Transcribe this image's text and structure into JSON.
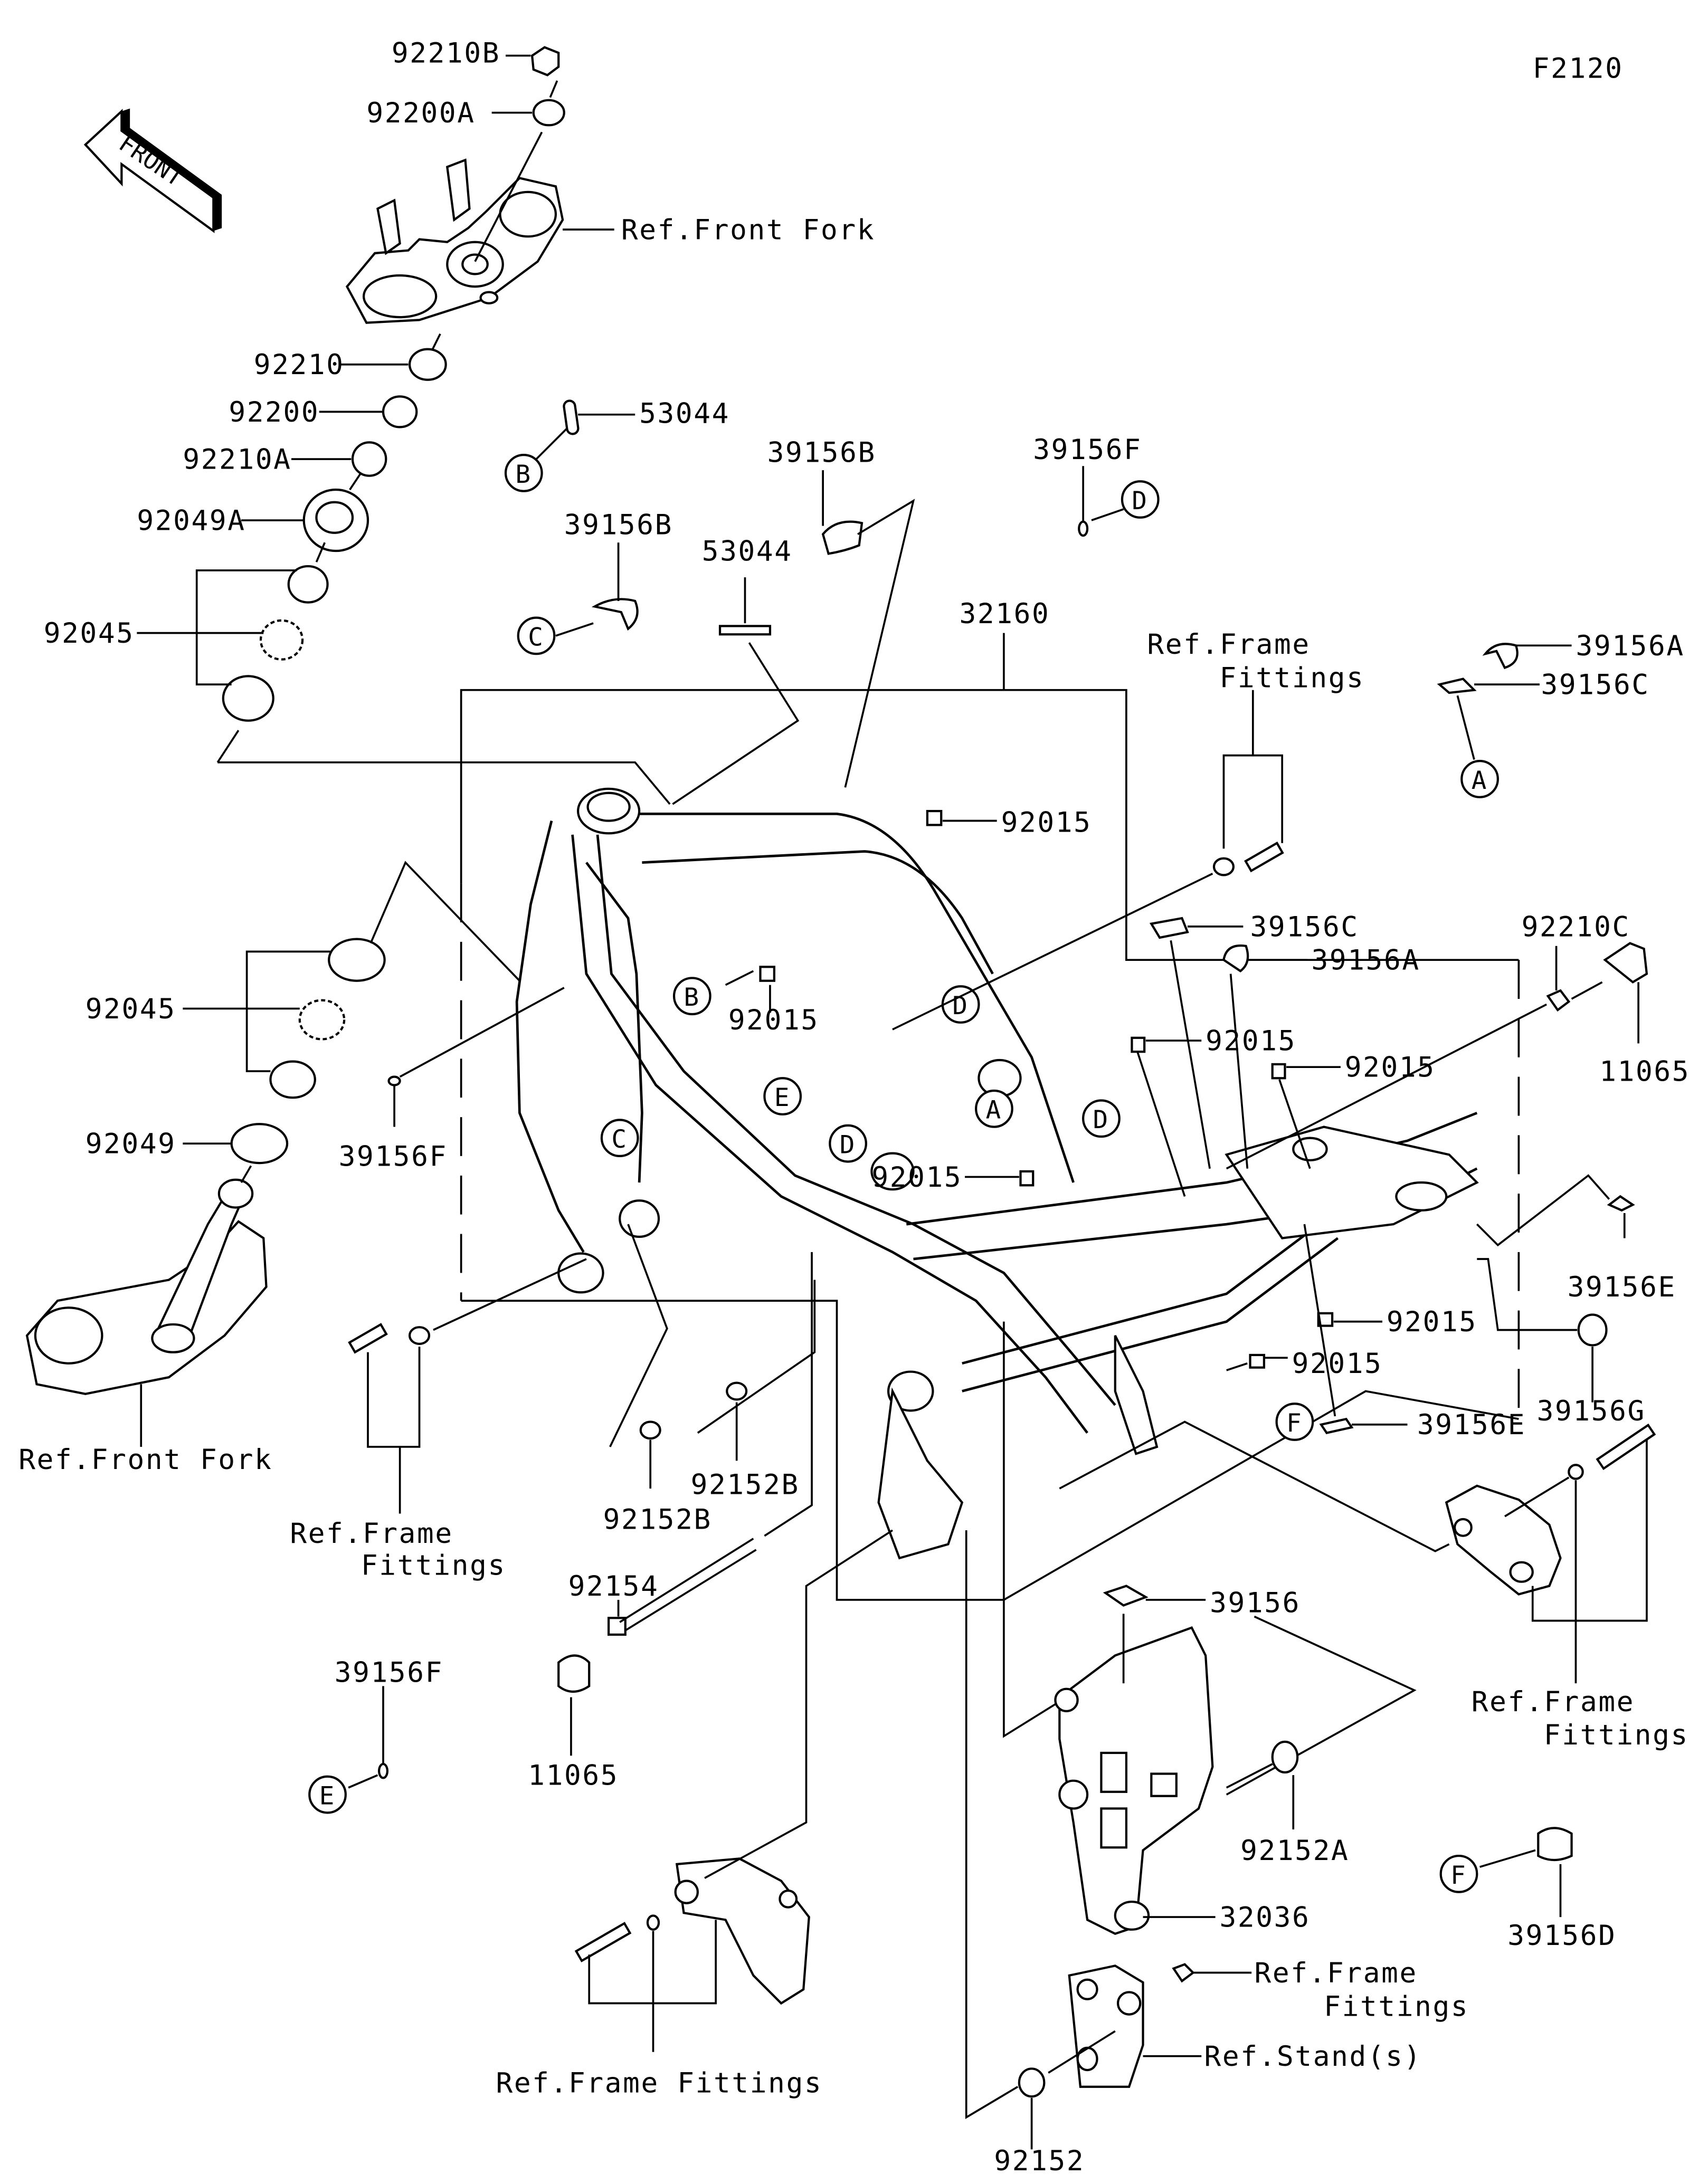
{
  "diagram": {
    "code": "F2120",
    "front_arrow_text": "FRONT",
    "labels": [
      {
        "id": "92210B",
        "text": "92210B"
      },
      {
        "id": "92200A",
        "text": "92200A"
      },
      {
        "id": "ref-front-fork-top",
        "text": "Ref.Front Fork"
      },
      {
        "id": "92210",
        "text": "92210"
      },
      {
        "id": "92200",
        "text": "92200"
      },
      {
        "id": "92210A",
        "text": "92210A"
      },
      {
        "id": "92049A",
        "text": "92049A"
      },
      {
        "id": "92045-top",
        "text": "92045"
      },
      {
        "id": "53044-a",
        "text": "53044"
      },
      {
        "id": "39156B-a",
        "text": "39156B"
      },
      {
        "id": "39156B-b",
        "text": "39156B"
      },
      {
        "id": "53044-b",
        "text": "53044"
      },
      {
        "id": "39156F-top",
        "text": "39156F"
      },
      {
        "id": "32160",
        "text": "32160"
      },
      {
        "id": "ref-frame-fittings-top-1",
        "text": "Ref.Frame"
      },
      {
        "id": "ref-frame-fittings-top-2",
        "text": "Fittings"
      },
      {
        "id": "39156A-top",
        "text": "39156A"
      },
      {
        "id": "39156C-top",
        "text": "39156C"
      },
      {
        "id": "92015-a",
        "text": "92015"
      },
      {
        "id": "39156C-mid",
        "text": "39156C"
      },
      {
        "id": "39156A-mid",
        "text": "39156A"
      },
      {
        "id": "92210C",
        "text": "92210C"
      },
      {
        "id": "11065-right",
        "text": "11065"
      },
      {
        "id": "92045-mid",
        "text": "92045"
      },
      {
        "id": "92015-b",
        "text": "92015"
      },
      {
        "id": "92015-c",
        "text": "92015"
      },
      {
        "id": "92015-d",
        "text": "92015"
      },
      {
        "id": "92049",
        "text": "92049"
      },
      {
        "id": "39156F-mid",
        "text": "39156F"
      },
      {
        "id": "92015-e",
        "text": "92015"
      },
      {
        "id": "39156E-right",
        "text": "39156E"
      },
      {
        "id": "92015-f",
        "text": "92015"
      },
      {
        "id": "92015-g",
        "text": "92015"
      },
      {
        "id": "39156G",
        "text": "39156G"
      },
      {
        "id": "39156E-low",
        "text": "39156E"
      },
      {
        "id": "ref-front-fork-bottom",
        "text": "Ref.Front Fork"
      },
      {
        "id": "92152B-a",
        "text": "92152B"
      },
      {
        "id": "92152B-b",
        "text": "92152B"
      },
      {
        "id": "ref-frame-fittings-left-1",
        "text": "Ref.Frame"
      },
      {
        "id": "ref-frame-fittings-left-2",
        "text": "Fittings"
      },
      {
        "id": "92154",
        "text": "92154"
      },
      {
        "id": "39156",
        "text": "39156"
      },
      {
        "id": "ref-frame-fittings-right-1",
        "text": "Ref.Frame"
      },
      {
        "id": "ref-frame-fittings-right-2",
        "text": "Fittings"
      },
      {
        "id": "39156F-low",
        "text": "39156F"
      },
      {
        "id": "11065-low",
        "text": "11065"
      },
      {
        "id": "92152A",
        "text": "92152A"
      },
      {
        "id": "39156D",
        "text": "39156D"
      },
      {
        "id": "32036",
        "text": "32036"
      },
      {
        "id": "ref-frame-fittings-bottom",
        "text": "Ref.Frame Fittings"
      },
      {
        "id": "ref-frame-fittings-br-1",
        "text": "Ref.Frame"
      },
      {
        "id": "ref-frame-fittings-br-2",
        "text": "Fittings"
      },
      {
        "id": "ref-stands",
        "text": "Ref.Stand(s)"
      },
      {
        "id": "92152",
        "text": "92152"
      }
    ],
    "callouts": [
      {
        "id": "B-top",
        "letter": "B"
      },
      {
        "id": "C-top",
        "letter": "C"
      },
      {
        "id": "D-top",
        "letter": "D"
      },
      {
        "id": "A-top",
        "letter": "A"
      },
      {
        "id": "B-frame",
        "letter": "B"
      },
      {
        "id": "D-frame-1",
        "letter": "D"
      },
      {
        "id": "D-frame-2",
        "letter": "D"
      },
      {
        "id": "A-frame",
        "letter": "A"
      },
      {
        "id": "D-frame-3",
        "letter": "D"
      },
      {
        "id": "E-frame",
        "letter": "E"
      },
      {
        "id": "C-frame",
        "letter": "C"
      },
      {
        "id": "F-frame",
        "letter": "F"
      },
      {
        "id": "E-low",
        "letter": "E"
      },
      {
        "id": "F-low",
        "letter": "F"
      }
    ]
  }
}
